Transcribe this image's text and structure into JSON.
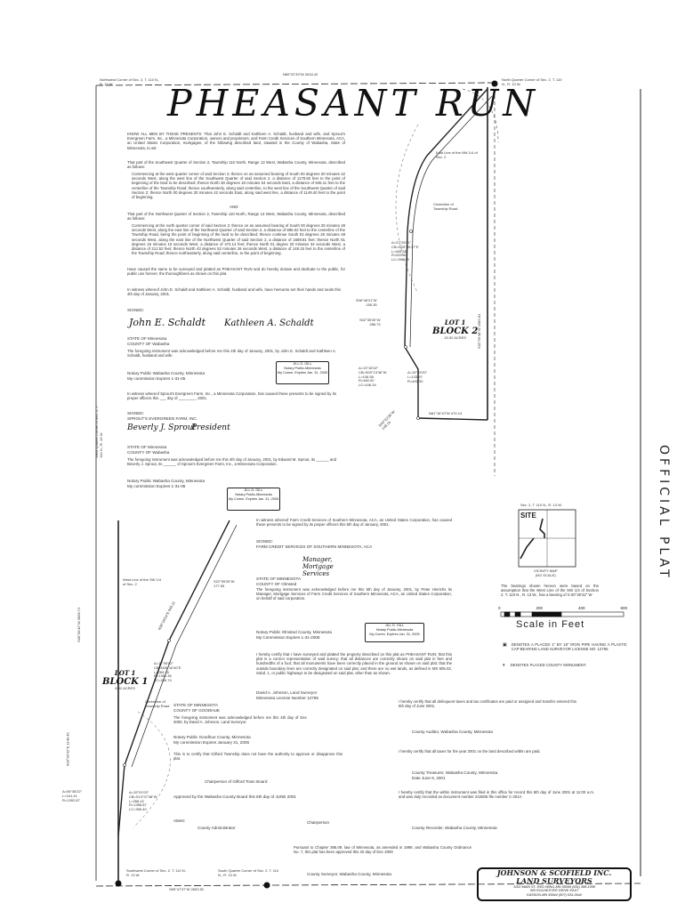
{
  "title": "PHEASANT RUN",
  "stamp": "OFFICIAL PLAT",
  "corners": {
    "northwest": "Northwest Corner of Sec. 2, T. 110 N., R. 12 W.",
    "north_quarter": "North Quarter Corner of Sec. 2, T. 110 N., R. 13 W.",
    "southwest": "Southwest Corner of Sec. 2, T. 110 N., R. 13 W.",
    "south_quarter": "South Quarter Corner of Sec. 2, T. 110 N., R. 13 W.",
    "west_quarter": "West Quarter Corner of Sec. 2, T. 110 N., R. 13 W."
  },
  "bearings": {
    "north_line": "N89°22'33\"W 2634.42",
    "south_line": "S89°47'37\"W 2653.52",
    "east_line": "S02°25'48\"W 1689.81",
    "west_line": "N00°30'42\"E 1149.40",
    "west_line_b": "S00°30'42\"W 2828.71",
    "s06": "S06°46'21\"W\n155.35",
    "s02": "S02°35'30\"W\n288.73",
    "n81": "N81°16'10\"W 474.14",
    "n43": "N43°52'26\"W\n149.15",
    "s22": "S22°59'39\"W\n177.55",
    "n30": "N30°18'54\"E 945.11"
  },
  "curves": {
    "c1": "Δ=37°28'51\"\nCB=N25°30'47\"E\nL=405.58\nR=620.00\nLC=398.39",
    "c2": "Δ=13°16'32\"\nCB=S09°13'36\"W\nL=106.58\nR=460.00\nLC=106.34",
    "c3": "Δ=15°29'20\"\nL=133.97\nR=493.30",
    "c4": "Δ=11°05'02\"\nCB=N26°10'40\"E\nL=269.16\nR=1391.36\nLC=268.74",
    "c5": "Δ=15°01'03\"\nCB=S13°07'38\"W\nL=358.42\nR=1358.87\nLC=355.40",
    "c6": "Δ=06°38'22\"\nL=161.41\nR=1392.87"
  },
  "lots": {
    "lot2": {
      "lot": "LOT 1",
      "block": "BLOCK 2",
      "acres": "15.52 ACRES"
    },
    "lot1": {
      "lot": "LOT 1",
      "block": "BLOCK 1",
      "acres": "8.92 ACRES"
    }
  },
  "labels": {
    "centerline": "Centerline of Township Road",
    "east_line_note": "East Line of the NW 1/4 of Sec. 2",
    "west_line_note": "West Line of the SW 1/4 of Sec. 2"
  },
  "dedication": {
    "intro": "KNOW ALL MEN BY THESE PRESENTS: That John E. Schaldt and Kathleen A. Schaldt, husband and wife, and Sprout's Evergreen Farm, Inc., a Minnesota Corporation, owners and proprietors, and Farm Credit Services of Southern Minnesota, ACA, an United States Corporation, mortgagee, of the following described land, situated in the County of Wabasha, State of Minnesota, to wit:",
    "parcel1_title": "That part of the Southwest Quarter of Section 2, Township 110 North, Range 13 West, Wabasha County, Minnesota, described as follows:",
    "parcel1_desc": "Commencing at the west quarter corner of said Section 2; thence on an assumed bearing of South 00 degrees 30 minutes 42 seconds West, along the west line of the Southwest Quarter of said Section 2, a distance of 1179.82 feet to the point of beginning of the land to be described; thence North 30 degrees 18 minutes 54 seconds East, a distance of 945.11 feet to the centerline of the Township Road; thence southwesterly, along said centerline, to the west line of the Southwest Quarter of said Section 2; thence North 00 degrees 30 minutes 42 seconds East, along said west line, a distance of 1149.40 feet to the point of beginning.",
    "and": "AND",
    "parcel2_title": "That part of the Northwest Quarter of Section 2, Township 110 North, Range 13 West, Wabasha County, Minnesota, described as follows:",
    "parcel2_desc": "Commencing at the north quarter corner of said Section 2; thence on an assumed bearing of South 00 degrees 25 minutes 48 seconds West, along the east line of the Northwest Quarter of said Section 2, a distance of 896.02 feet to the centerline of the Township Road, being the point of beginning of the land to be described; thence continue South 02 degrees 25 minutes 48 seconds West, along the east line of the Northwest Quarter of said Section 2, a distance of 1689.81 feet; thence North 81 degrees 16 minutes 10 seconds West, a distance of 474.14 feet; thence North 01 degree 20 minutes 34 seconds West, a distance of 212.52 feet; thence North 43 degrees 52 minutes 26 seconds West, a distance of 149.15 feet to the centerline of the Township Road; thence northeasterly, along said centerline, to the point of beginning.",
    "caused": "Have caused the same to be surveyed and platted as PHEASANT RUN and do hereby donate and dedicate to the public, for public use forever, the thoroughfares as shown on this plat.",
    "witness": "In witness whereof John E. Schaldt and Kathleen A. Schaldt, husband and wife, have hereunto set their hands and seals this 4th day of January, 2001."
  },
  "signatures": {
    "signed": "SIGNED:",
    "john": "John E. Schaldt",
    "kathleen": "Kathleen A. Schaldt",
    "state1": "STATE OF Minnesota\nCOUNTY OF Wabasha",
    "ack1": "The foregoing instrument was acknowledged before me this 4th day of January, 2001, by John E. Schaldt and Kathleen A. Schaldt, husband and wife.",
    "notary1": "Notary Public Wabasha County, Minnesota\nMy commission Expires 1-31-05",
    "seal1": "JILL D. GILL\nNotary Public-Minnesota\nMy Comm. Expires Jan. 31, 2005",
    "sprouts_witness": "In witness whereof Sprout's Evergreen Farm, Inc., a Minnesota Corporation, has caused these presents to be signed by its proper officers this ___ day of ________, 2001.",
    "sprouts_signed": "SIGNED:\nSPROUT'S EVERGREEN FARM, INC.",
    "beverly": "Beverly J. Sprout",
    "president": "President",
    "state2": "STATE OF Minnesota\nCOUNTY OF Wabasha",
    "ack2": "The foregoing instrument was acknowledged before me this 4th day of January, 2001, by Edward M. Sprout, its ______ and Beverly J. Sprout, its ______ of Sprout's Evergreen Farm, Inc., a Minnesota Corporation.",
    "notary2": "Notary Public Wabasha County, Minnesota\nMy commission Expires 1-31-05",
    "fcs_witness": "In witness whereof Farm Credit Services of Southern Minnesota, ACA, an United States Corporation, has caused these presents to be signed by its proper officers this 5th day of January, 2001.",
    "fcs_signed": "SIGNED:\nFARM CREDIT SERVICES OF SOUTHERN MINNESOTA, ACA",
    "fcs_title": "Manager, Mortgage Services",
    "state3": "STATE OF MINNESOTA\nCOUNTY OF Olmsted",
    "ack3": "The foregoing instrument was acknowledged before me this 5th day of January, 2001, by Peter Hinrichs its Manager, Mortgage Services of Farm Credit Services of Southern Minnesota, ACA, an United States Corporation, on behalf of said corporation.",
    "notary3": "Notary Public Olmsted County, Minnesota\nMy Commission Expires 1-31-2005",
    "surveyor_cert": "I hereby certify that I have surveyed and platted the property described on this plat as PHEASANT RUN; that this plat is a correct representation of said survey; that all distances are correctly shown on said plat in feet and hundredths of a foot; that all monuments have been correctly placed in the ground as shown on said plat; that the outside boundary lines are correctly designated on said plat; and there are no wet lands, as defined in MS 505.02, Subd. 1, or public highways to be designated on said plat, other than as shown.",
    "surveyor": "David A. Johnson, Land Surveyor\nMinnesota License Number 12785",
    "state4": "STATE OF MINNESOTA\nCOUNTY OF GOODHUE",
    "ack4": "The foregoing instrument was acknowledged before me this 4th day of Dec 2000, by David A. Johnson, Land Surveyor.",
    "notary4": "Notary Public Goodhue County, Minnesota\nMy commission Expires January 31, 2005",
    "township": "This is to certify that Gilford Township does not have the authority to approve or disapprove this plat.",
    "chairperson": "Chairperson of Gilford Town Board",
    "county_approval": "Approved by the Wabasha County Board this 5th day of JUNE 2001",
    "attest": "Attest:",
    "administrator": "County Administrator",
    "chairperson2": "Chairperson"
  },
  "certificates": {
    "auditor": "I hereby certify that all delinquent taxes and tax certificates are paid or assigned and transfer entered this 6th day of June 2001.",
    "auditor_sig": "County Auditor, Wabasha County, Minnesota",
    "treasurer": "I hereby certify that all taxes for the year 2001 on the land described within are paid.",
    "treasurer_sig": "County Treasurer, Wabasha County, Minnesota\nDate June 6, 2001",
    "recorder": "I hereby certify that the within instrument was filed in this office for record this 6th day of June 2001 at 11:00 a.m. and was duly recorded as document number 242606 file number C-201A",
    "recorder_sig": "County Recorder, Wabasha County, Minnesota",
    "pursuant": "Pursuant to Chapter 395.09, law of Minnesota, as amended in 1999, and Wabasha County Ordinance No. 7, this plat has been approved this 20 day of Dec 2000",
    "surveyor_county": "County Surveyor, Wabasha County, Minnesota"
  },
  "vicinity": {
    "header": "Sec. 2, T. 110 N., R. 13 W.",
    "site": "SITE",
    "label": "VICINITY MAP\n(NO SCALE)",
    "bearings_note": "The bearings shown hereon were based on the assumption that the West Line of the SW 1/4 of Section 2, T. 110 N., R. 13 W., has a bearing of S 00°30'42\" W"
  },
  "scale": {
    "ticks": [
      "0",
      "200",
      "400",
      "600"
    ],
    "label": "Scale in Feet"
  },
  "legend": {
    "iron": "DENOTES A PLACED 1\" BY 18\" IRON PIPE HAVING A PLASTIC CAP BEARING LAND SURVEYOR LICENSE NO. 12785",
    "monument": "DENOTES PLACED COUNTY MONUMENT."
  },
  "firm": {
    "name": "JOHNSON & SCOFIELD INC.",
    "sub": "LAND SURVEYORS",
    "address": "1202 MAIN ST.-RED WING-MN 55066 (651) 388-1058\n305 ROCHESTER DRIVE EAST\nKASSON-MN 55944 (507) 634-3644"
  }
}
